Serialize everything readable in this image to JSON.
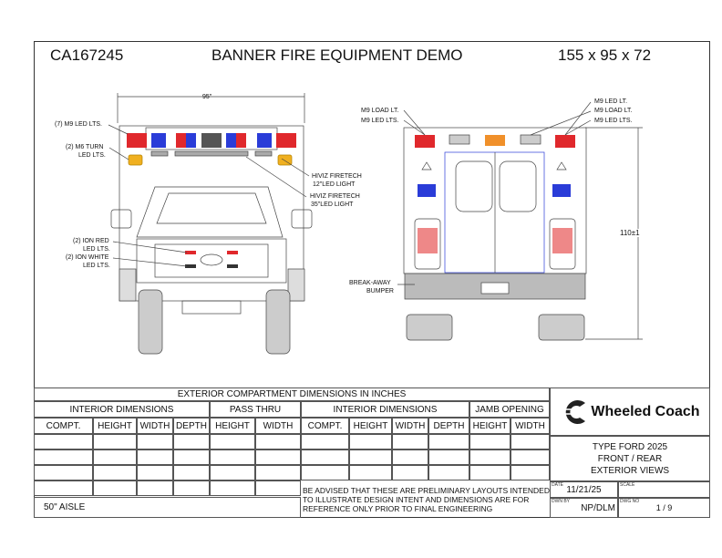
{
  "header": {
    "job_number": "CA167245",
    "title": "BANNER FIRE EQUIPMENT DEMO",
    "dimensions": "155 x 95 x 72"
  },
  "front_view": {
    "width_dim": "95\"",
    "labels": [
      "(7) M9 LED LTS.",
      "(2) M6 TURN",
      "LED LTS.",
      "HIVIZ FIRETECH",
      "12\"LED LIGHT",
      "HIVIZ FIRETECH",
      "35\"LED LIGHT",
      "(2) ION RED",
      "LED LTS.",
      "(2) ION WHITE",
      "LED LTS."
    ]
  },
  "rear_view": {
    "height_dim": "110±1",
    "labels": [
      "M9 LOAD LT.",
      "M9 LED LTS.",
      "M9 LED LT.",
      "M9 LOAD LT.",
      "M9 LED LTS.",
      "BREAK-AWAY",
      "BUMPER"
    ]
  },
  "table": {
    "title": "EXTERIOR COMPARTMENT DIMENSIONS IN INCHES",
    "groups": [
      "INTERIOR DIMENSIONS",
      "PASS THRU",
      "INTERIOR DIMENSIONS",
      "JAMB OPENING"
    ],
    "columns": [
      "COMPT.",
      "HEIGHT",
      "WIDTH",
      "DEPTH",
      "HEIGHT",
      "WIDTH",
      "COMPT.",
      "HEIGHT",
      "WIDTH",
      "DEPTH",
      "HEIGHT",
      "WIDTH"
    ],
    "aisle": "50\" AISLE",
    "note": "BE ADVISED THAT THESE ARE PRELIMINARY LAYOUTS INTENDED TO ILLUSTRATE DESIGN INTENT AND DIMENSIONS  ARE FOR REFERENCE ONLY PRIOR TO FINAL ENGINEERING"
  },
  "title_block": {
    "logo": "Wheeled Coach",
    "description": [
      "TYPE FORD 2025",
      "FRONT / REAR",
      "EXTERIOR VIEWS"
    ],
    "date_label": "DATE",
    "date": "11/21/25",
    "scale_label": "SCALE",
    "drawn_by_label": "DWN BY",
    "drawn_by": "NP/DLM",
    "dwg_no_label": "DWG NO",
    "dwg_no": "1 / 9"
  },
  "colors": {
    "red": "#e0282c",
    "blue": "#2a3cd8",
    "amber": "#f0a020",
    "line": "#333333"
  }
}
